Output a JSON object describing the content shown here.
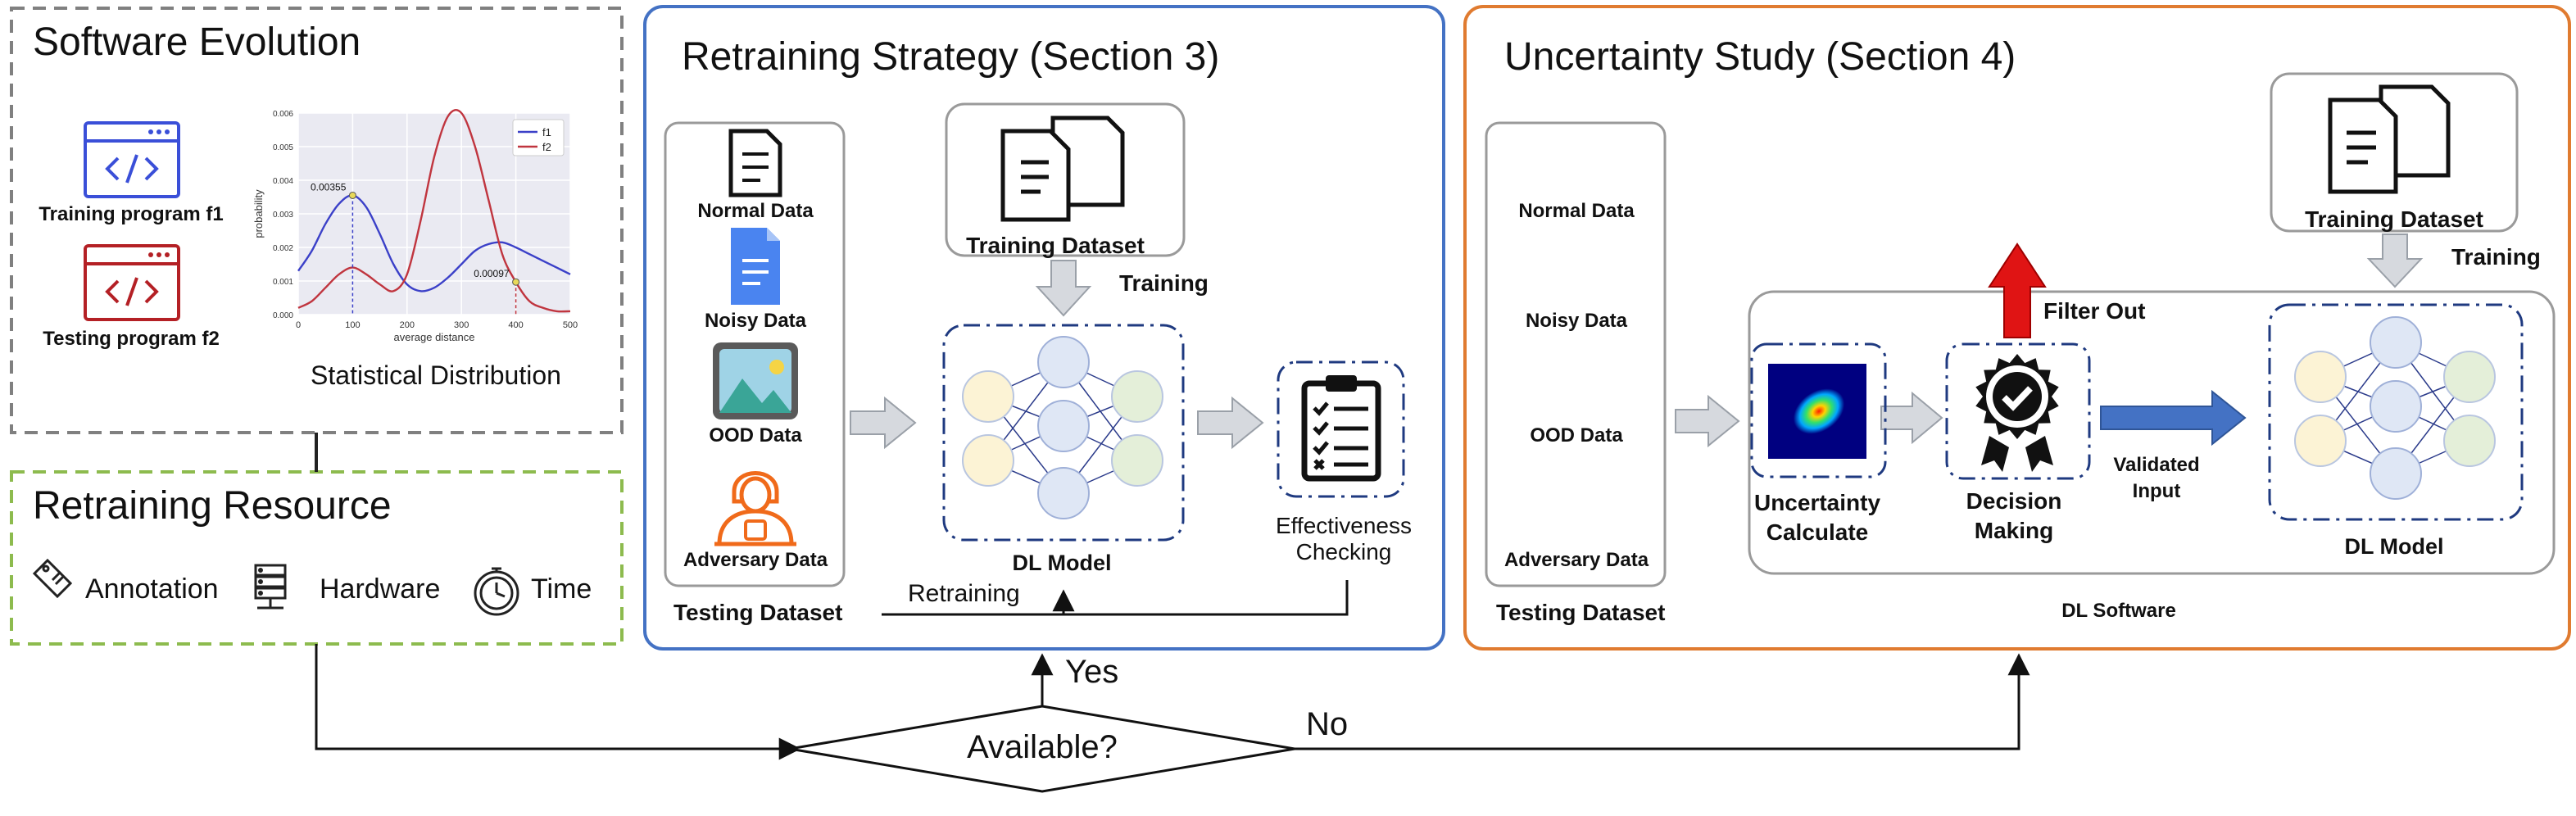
{
  "software_evolution": {
    "title": "Software Evolution",
    "training_program": "Training program f1",
    "testing_program": "Testing program f2",
    "chart_caption": "Statistical Distribution"
  },
  "retraining_resource": {
    "title": "Retraining Resource",
    "items": [
      "Annotation",
      "Hardware",
      "Time"
    ]
  },
  "retraining_strategy": {
    "title": "Retraining Strategy (Section 3)",
    "data_types": [
      "Normal Data",
      "Noisy Data",
      "OOD Data",
      "Adversary Data"
    ],
    "testing_dataset": "Testing Dataset",
    "training_dataset": "Training Dataset",
    "training_label": "Training",
    "model_label": "DL Model",
    "check_label_1": "Effectiveness",
    "check_label_2": "Checking",
    "retraining_label": "Retraining"
  },
  "uncertainty_study": {
    "title": "Uncertainty Study (Section 4)",
    "data_types": [
      "Normal Data",
      "Noisy Data",
      "OOD Data",
      "Adversary Data"
    ],
    "testing_dataset": "Testing Dataset",
    "training_dataset": "Training Dataset",
    "training_label": "Training",
    "filter_label": "Filter Out",
    "uncertainty_label_1": "Uncertainty",
    "uncertainty_label_2": "Calculate",
    "decision_label_1": "Decision",
    "decision_label_2": "Making",
    "validated_label_1": "Validated",
    "validated_label_2": "Input",
    "model_label": "DL Model",
    "software_label": "DL Software"
  },
  "decision": {
    "question": "Available?",
    "yes": "Yes",
    "no": "No"
  },
  "colors": {
    "blue_frame": "#4472c4",
    "orange_frame": "#e07b30",
    "green_dash": "#8dbb4e",
    "gray_dash": "#808080",
    "red_code": "#b42025",
    "blue_code": "#3a4fd8",
    "node_yellow": "#fcf3d5",
    "node_blue": "#dfe7f5",
    "node_green": "#e4efd9"
  },
  "chart_data": {
    "type": "line",
    "xlabel": "average distance",
    "ylabel": "probability",
    "xlim": [
      0,
      500
    ],
    "ylim": [
      0,
      0.006
    ],
    "x_ticks": [
      "0",
      "100",
      "200",
      "300",
      "400",
      "500"
    ],
    "y_ticks": [
      "0.000",
      "0.001",
      "0.002",
      "0.003",
      "0.004",
      "0.005",
      "0.006"
    ],
    "legend_position": "top-right",
    "grid": true,
    "series": [
      {
        "name": "f1",
        "color": "#3b40c8",
        "x": [
          0,
          25,
          50,
          75,
          100,
          125,
          150,
          175,
          200,
          225,
          250,
          275,
          300,
          325,
          350,
          375,
          400,
          425,
          450,
          475,
          500
        ],
        "y": [
          0.0013,
          0.0019,
          0.0027,
          0.0033,
          0.00355,
          0.0032,
          0.0024,
          0.0015,
          0.0009,
          0.0007,
          0.0008,
          0.0011,
          0.0015,
          0.0019,
          0.0021,
          0.00215,
          0.002,
          0.0018,
          0.0016,
          0.0014,
          0.0012
        ]
      },
      {
        "name": "f2",
        "color": "#c0353f",
        "x": [
          0,
          25,
          50,
          75,
          100,
          125,
          150,
          175,
          200,
          225,
          250,
          275,
          300,
          325,
          350,
          375,
          400,
          425,
          450,
          475,
          500
        ],
        "y": [
          0.0002,
          0.0004,
          0.0008,
          0.0012,
          0.0014,
          0.0012,
          0.0009,
          0.0007,
          0.0012,
          0.0028,
          0.0047,
          0.0059,
          0.006,
          0.005,
          0.0034,
          0.0018,
          0.00097,
          0.0004,
          0.0002,
          0.0001,
          0.0001
        ]
      }
    ],
    "annotations": [
      {
        "x": 100,
        "y": 0.00355,
        "text": "0.00355",
        "series": "f1"
      },
      {
        "x": 400,
        "y": 0.00097,
        "text": "0.00097",
        "series": "f2"
      }
    ]
  }
}
